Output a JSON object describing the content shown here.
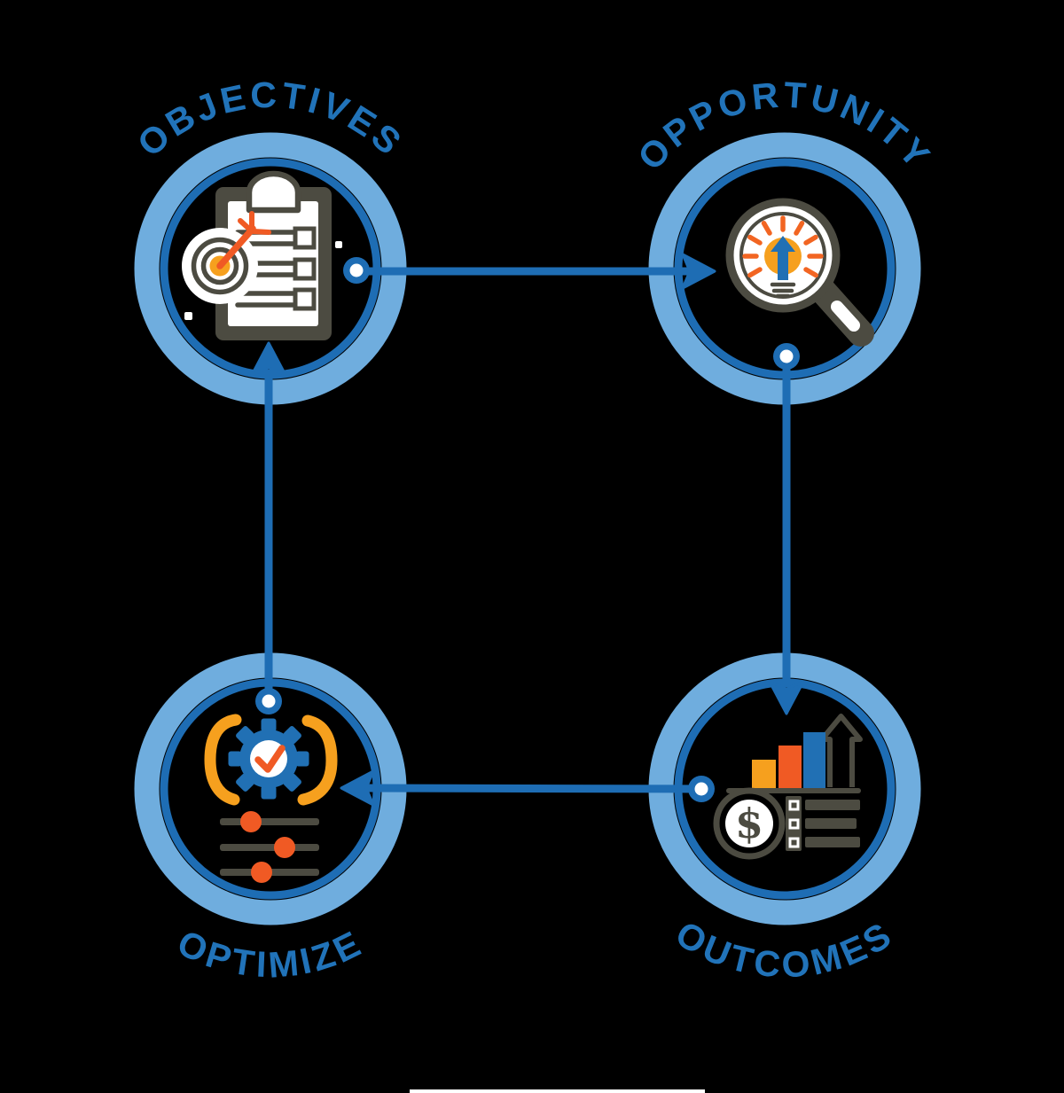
{
  "diagram": {
    "type": "cycle-process-diagram",
    "background_color": "#000000",
    "steps": [
      {
        "label": "OBJECTIVES",
        "icon": "clipboard-checklist-target-icon",
        "position": "top-left"
      },
      {
        "label": "OPPORTUNITY",
        "icon": "magnifier-lightbulb-icon",
        "position": "top-right"
      },
      {
        "label": "OUTCOMES",
        "icon": "bar-chart-money-checklist-icon",
        "position": "bottom-right"
      },
      {
        "label": "OPTIMIZE",
        "icon": "gear-checkmark-sliders-icon",
        "position": "bottom-left"
      }
    ],
    "flows": [
      {
        "from": "OBJECTIVES",
        "to": "OPPORTUNITY",
        "direction": "right"
      },
      {
        "from": "OPPORTUNITY",
        "to": "OUTCOMES",
        "direction": "down"
      },
      {
        "from": "OUTCOMES",
        "to": "OPTIMIZE",
        "direction": "left"
      },
      {
        "from": "OPTIMIZE",
        "to": "OBJECTIVES",
        "direction": "up"
      }
    ],
    "palette": {
      "ring_light_blue": "#6fadde",
      "ring_inner_blue": "#1e6db4",
      "arrow_blue": "#1e6db4",
      "label_blue": "#2173b9",
      "icon_blue": "#2170b4",
      "accent_orange": "#f05a24",
      "accent_amber": "#f6a01e",
      "icon_outline_dark": "#4c4b41",
      "white": "#ffffff"
    }
  }
}
